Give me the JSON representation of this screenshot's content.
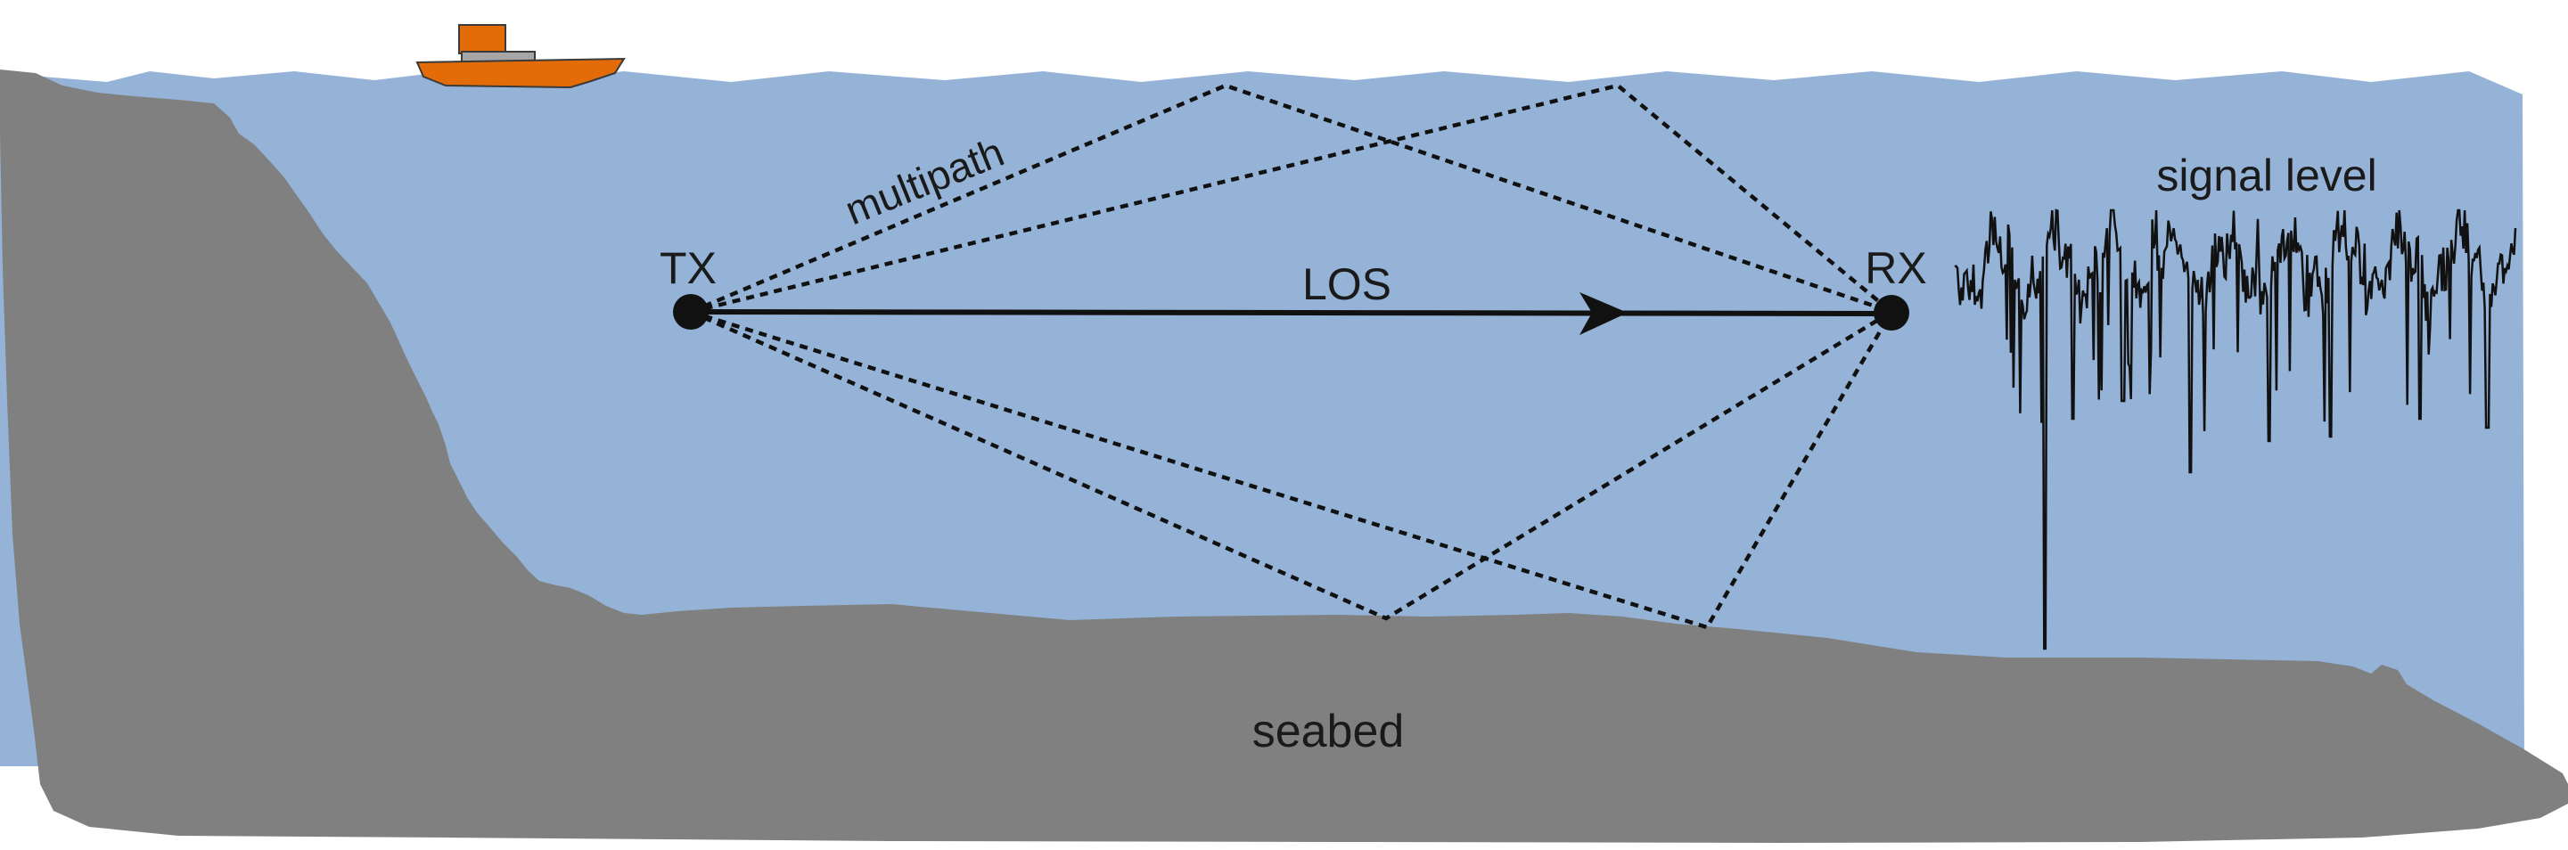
{
  "labels": {
    "tx": "TX",
    "rx": "RX",
    "los": "LOS",
    "multipath": "multipath",
    "seabed": "seabed",
    "signal_level": "signal level"
  },
  "colors": {
    "water": "#95b3d7",
    "seabed": "#808080",
    "boat_hull": "#e36c09",
    "boat_cabin": "#a6a6a6",
    "ink": "#111111"
  },
  "icons": {
    "boat": "boat-icon",
    "transmitter": "transmitter-dot",
    "receiver": "receiver-dot"
  }
}
